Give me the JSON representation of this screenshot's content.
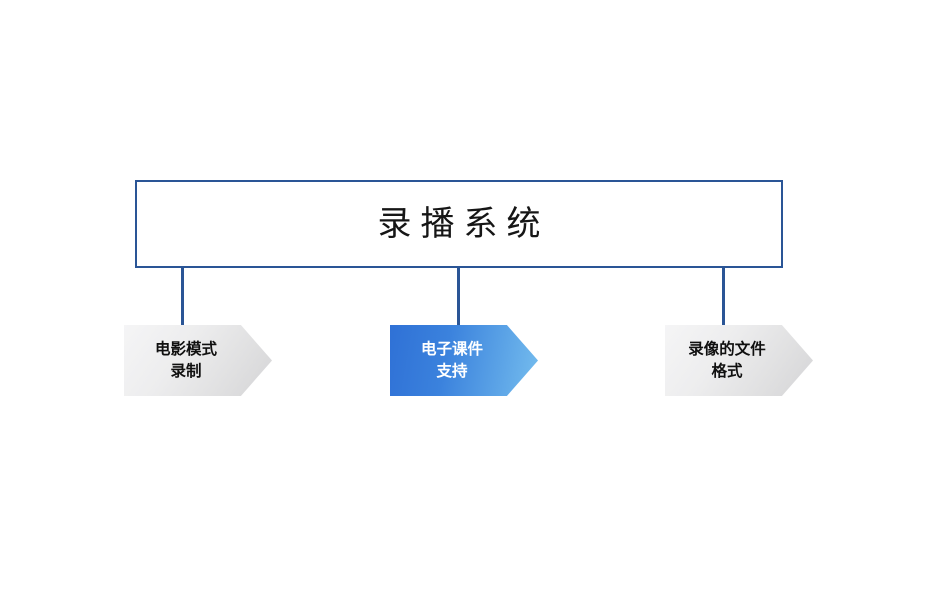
{
  "diagram": {
    "type": "hierarchy-chevron",
    "background_color": "#ffffff",
    "root": {
      "label": "录播系统",
      "border_color": "#2a5596",
      "fill_color": "#ffffff",
      "text_color": "#161616"
    },
    "connector_color": "#2a5596",
    "nodes": [
      {
        "id": "movie-mode-recording",
        "label": "电影模式\n录制",
        "style": "gray",
        "text_color": "#101010",
        "fill_from": "#f5f5f6",
        "fill_to": "#d4d4d6"
      },
      {
        "id": "courseware-support",
        "label": "电子课件\n支持",
        "style": "blue",
        "text_color": "#ffffff",
        "fill_from": "#2f71d6",
        "fill_to": "#75bdee"
      },
      {
        "id": "recording-file-format",
        "label": "录像的文件\n格式",
        "style": "gray",
        "text_color": "#101010",
        "fill_from": "#f5f5f6",
        "fill_to": "#d4d4d6"
      }
    ]
  }
}
